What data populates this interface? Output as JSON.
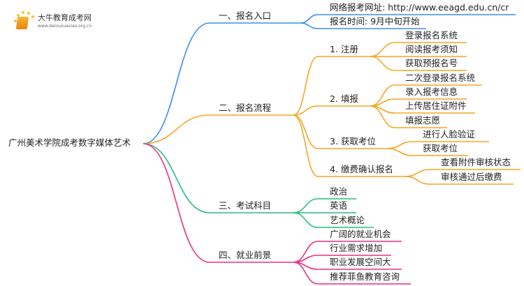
{
  "logo": {
    "title": "大牛教育成考网",
    "url": "www.daniuxuexiao.org.cn"
  },
  "colors": {
    "blue": "#3b8ff0",
    "orange": "#f5a623",
    "green": "#22c07a",
    "pink": "#ef2f7c",
    "root": "#333333"
  },
  "root": "广州美术学院成考数字媒体艺术",
  "branches": [
    {
      "label": "一、报名入口",
      "children": [
        {
          "label": "网络报考网址: http://www.eeagd.edu.cn/cr",
          "children": []
        },
        {
          "label": "报名时间: 9月中旬开始",
          "children": []
        }
      ]
    },
    {
      "label": "二、报名流程",
      "children": [
        {
          "label": "1. 注册",
          "children": [
            {
              "label": "登录报名系统"
            },
            {
              "label": "阅读报考须知"
            },
            {
              "label": "获取预报名号"
            }
          ]
        },
        {
          "label": "2. 填报",
          "children": [
            {
              "label": "二次登录报名系统"
            },
            {
              "label": "录入报考信息"
            },
            {
              "label": "上传居住证附件"
            },
            {
              "label": "填报志愿"
            }
          ]
        },
        {
          "label": "3. 获取考位",
          "children": [
            {
              "label": "进行人脸验证"
            },
            {
              "label": "获取考位"
            }
          ]
        },
        {
          "label": "4. 缴费确认报名",
          "children": [
            {
              "label": "查看附件审核状态"
            },
            {
              "label": "审核通过后缴费"
            }
          ]
        }
      ]
    },
    {
      "label": "三、考试科目",
      "children": [
        {
          "label": "政治",
          "children": []
        },
        {
          "label": "英语",
          "children": []
        },
        {
          "label": "艺术概论",
          "children": []
        }
      ]
    },
    {
      "label": "四、就业前景",
      "children": [
        {
          "label": "广阔的就业机会",
          "children": []
        },
        {
          "label": "行业需求增加",
          "children": []
        },
        {
          "label": "职业发展空间大",
          "children": []
        },
        {
          "label": "推荐菲鱼教育咨询",
          "children": []
        }
      ]
    }
  ]
}
